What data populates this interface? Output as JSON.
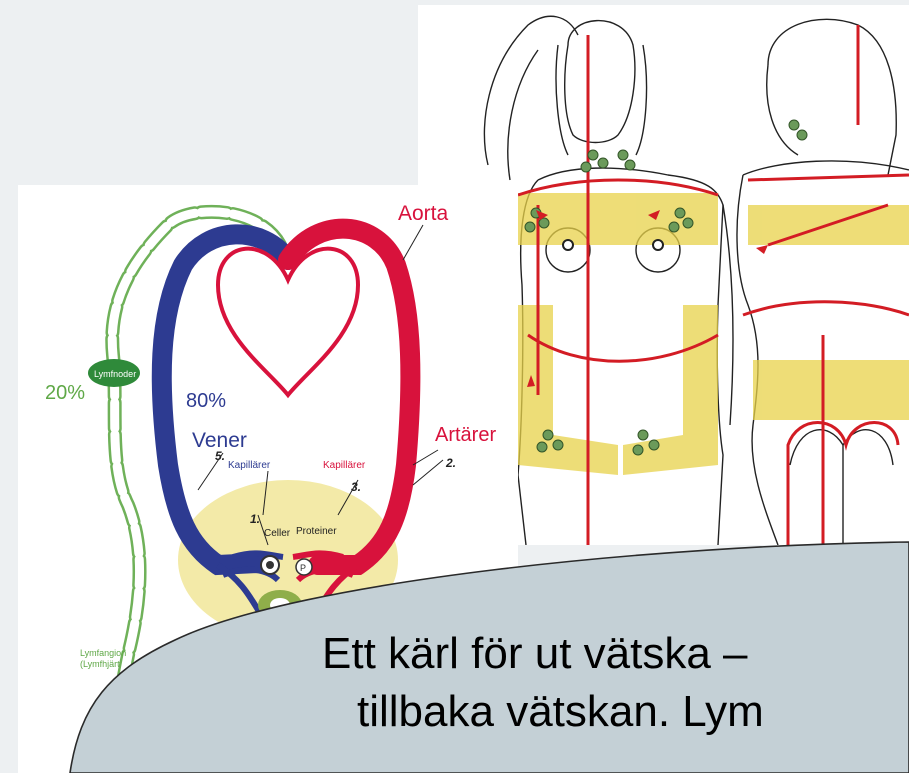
{
  "circulation": {
    "aorta": "Aorta",
    "arteries": "Artärer",
    "veins": "Vener",
    "pct_venous": "80%",
    "pct_lymph": "20%",
    "lymph_nodes": "Lymfnoder",
    "capillaries_left": "Kapillärer",
    "capillaries_right": "Kapillärer",
    "cells": "Celler",
    "proteins": "Proteiner",
    "protein_marker": "P",
    "lymphangion_1": "Lymfangion",
    "lymphangion_2": "(Lymfhjärt",
    "steps": [
      "1.",
      "2.",
      "3.",
      "5."
    ]
  },
  "callout": {
    "line1": "Ett kärl för ut vätska –",
    "line2": "tillbaka vätskan. Lym"
  }
}
